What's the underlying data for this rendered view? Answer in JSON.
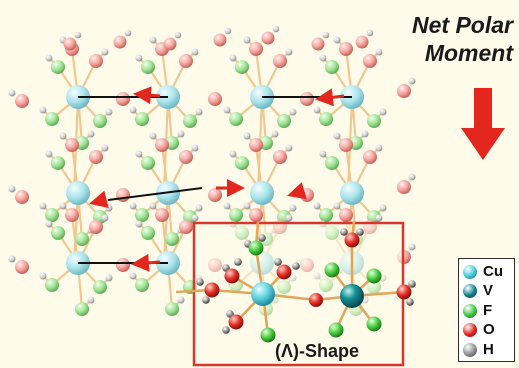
{
  "title": {
    "line1": "Net Polar",
    "line2": "Moment"
  },
  "shape_label": "(Λ)-Shape",
  "legend": [
    {
      "label": "Cu",
      "color": "#3cc7d6"
    },
    {
      "label": "V",
      "color": "#0b7f86"
    },
    {
      "label": "F",
      "color": "#3cc23c"
    },
    {
      "label": "O",
      "color": "#e0201c"
    },
    {
      "label": "H",
      "color": "#8a8a8a"
    }
  ],
  "colors": {
    "arrow": "#e3261e",
    "bond": "#e0a75a",
    "box": "#d9372c",
    "background": "#fffbea"
  }
}
